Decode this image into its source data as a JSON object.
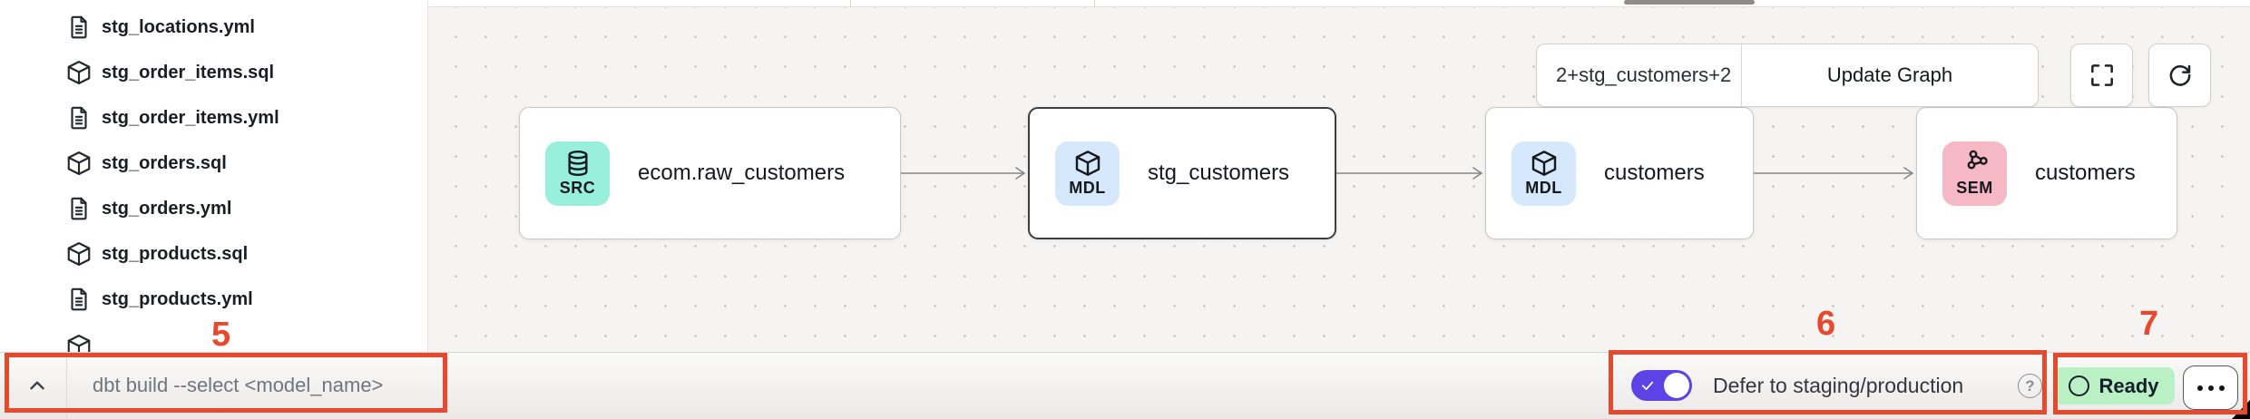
{
  "sidebar": {
    "files": [
      {
        "name": "stg_locations.yml",
        "icon": "yml-file-icon"
      },
      {
        "name": "stg_order_items.sql",
        "icon": "model-cube-icon"
      },
      {
        "name": "stg_order_items.yml",
        "icon": "yml-file-icon"
      },
      {
        "name": "stg_orders.sql",
        "icon": "model-cube-icon"
      },
      {
        "name": "stg_orders.yml",
        "icon": "yml-file-icon"
      },
      {
        "name": "stg_products.sql",
        "icon": "model-cube-icon"
      },
      {
        "name": "stg_products.yml",
        "icon": "yml-file-icon"
      }
    ]
  },
  "command_bar": {
    "placeholder": "dbt build --select <model_name>"
  },
  "graph_controls": {
    "selector_value": "2+stg_customers+2",
    "update_graph_label": "Update Graph"
  },
  "canvas": {
    "nodes": [
      {
        "type": "SRC",
        "label": "ecom.raw_customers",
        "icon": "database-icon",
        "badge_color": "#97efdc",
        "selected": false
      },
      {
        "type": "MDL",
        "label": "stg_customers",
        "icon": "model-cube-icon",
        "badge_color": "#d6e9fc",
        "selected": true
      },
      {
        "type": "MDL",
        "label": "customers",
        "icon": "model-cube-icon",
        "badge_color": "#d6e9fc",
        "selected": false
      },
      {
        "type": "SEM",
        "label": "customers",
        "icon": "semantic-graph-icon",
        "badge_color": "#f5b8c4",
        "selected": false
      }
    ],
    "edges": [
      {
        "from": "ecom.raw_customers",
        "to": "stg_customers"
      },
      {
        "from": "stg_customers",
        "to": "customers (MDL)"
      },
      {
        "from": "customers (MDL)",
        "to": "customers (SEM)"
      }
    ]
  },
  "status_bar": {
    "defer_label": "Defer to staging/production",
    "defer_toggle_on": true,
    "ready_label": "Ready"
  },
  "annotations": {
    "color": "#e8482c",
    "labels": {
      "command": "5",
      "defer": "6",
      "ready": "7"
    }
  },
  "icons": [
    "yml-file-icon",
    "model-cube-icon",
    "database-icon",
    "semantic-graph-icon",
    "chevron-up-icon",
    "fullscreen-icon",
    "refresh-icon",
    "help-icon",
    "check-icon",
    "ellipsis-icon",
    "ready-ring-icon"
  ],
  "colors": {
    "annotation_red": "#e8482c",
    "toggle_on_purple": "#5b43e6",
    "ready_green_bg": "#b9f0c4",
    "badge_src": "#97efdc",
    "badge_mdl": "#d6e9fc",
    "badge_sem": "#f5b8c4",
    "canvas_bg": "#f5f4f2"
  }
}
